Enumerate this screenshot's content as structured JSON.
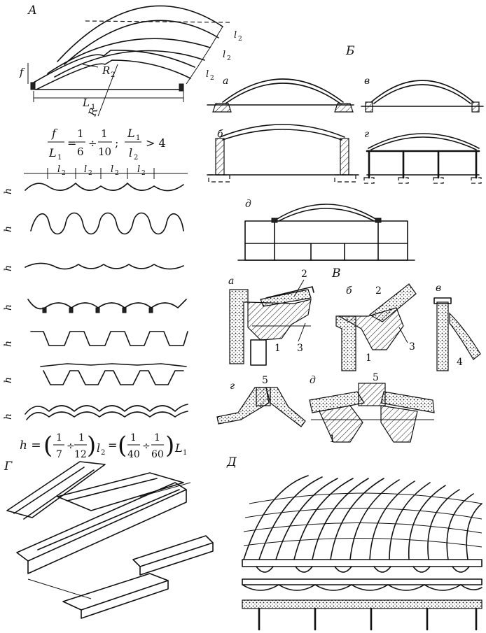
{
  "panels": {
    "A": {
      "label": "А",
      "dim_f": "f",
      "dim_L1": "L",
      "dim_L1_sub": "1",
      "dim_R1": "R",
      "dim_R1_sub": "1",
      "dim_R2": "R",
      "dim_R2_sub": "2",
      "dim_l2": "l",
      "dim_l2_sub": "2",
      "dim_h": "h"
    },
    "B": {
      "label": "Б",
      "sub_a": "а",
      "sub_b": "б",
      "sub_v": "в",
      "sub_g": "г",
      "sub_d": "д"
    },
    "V": {
      "label": "В",
      "sub_a": "а",
      "sub_b": "б",
      "sub_v": "в",
      "sub_g": "г",
      "sub_d": "д",
      "n1": "1",
      "n2": "2",
      "n3": "3",
      "n4": "4",
      "n5": "5"
    },
    "G": {
      "label": "Г"
    },
    "D": {
      "label": "Д"
    }
  },
  "formulas": {
    "ratio_f": "f",
    "ratio_L1": "L",
    "ratio_L1_sub": "1",
    "ratio_eq": "=",
    "ratio_one": "1",
    "ratio_six": "6",
    "ratio_div": "÷",
    "ratio_ten": "10",
    "ratio_sep": ";",
    "ratio_gt": "> 4",
    "h_lhs": "h =",
    "h_one": "1",
    "h_seven": "7",
    "h_twelve": "12",
    "h_forty": "40",
    "h_sixty": "60"
  }
}
